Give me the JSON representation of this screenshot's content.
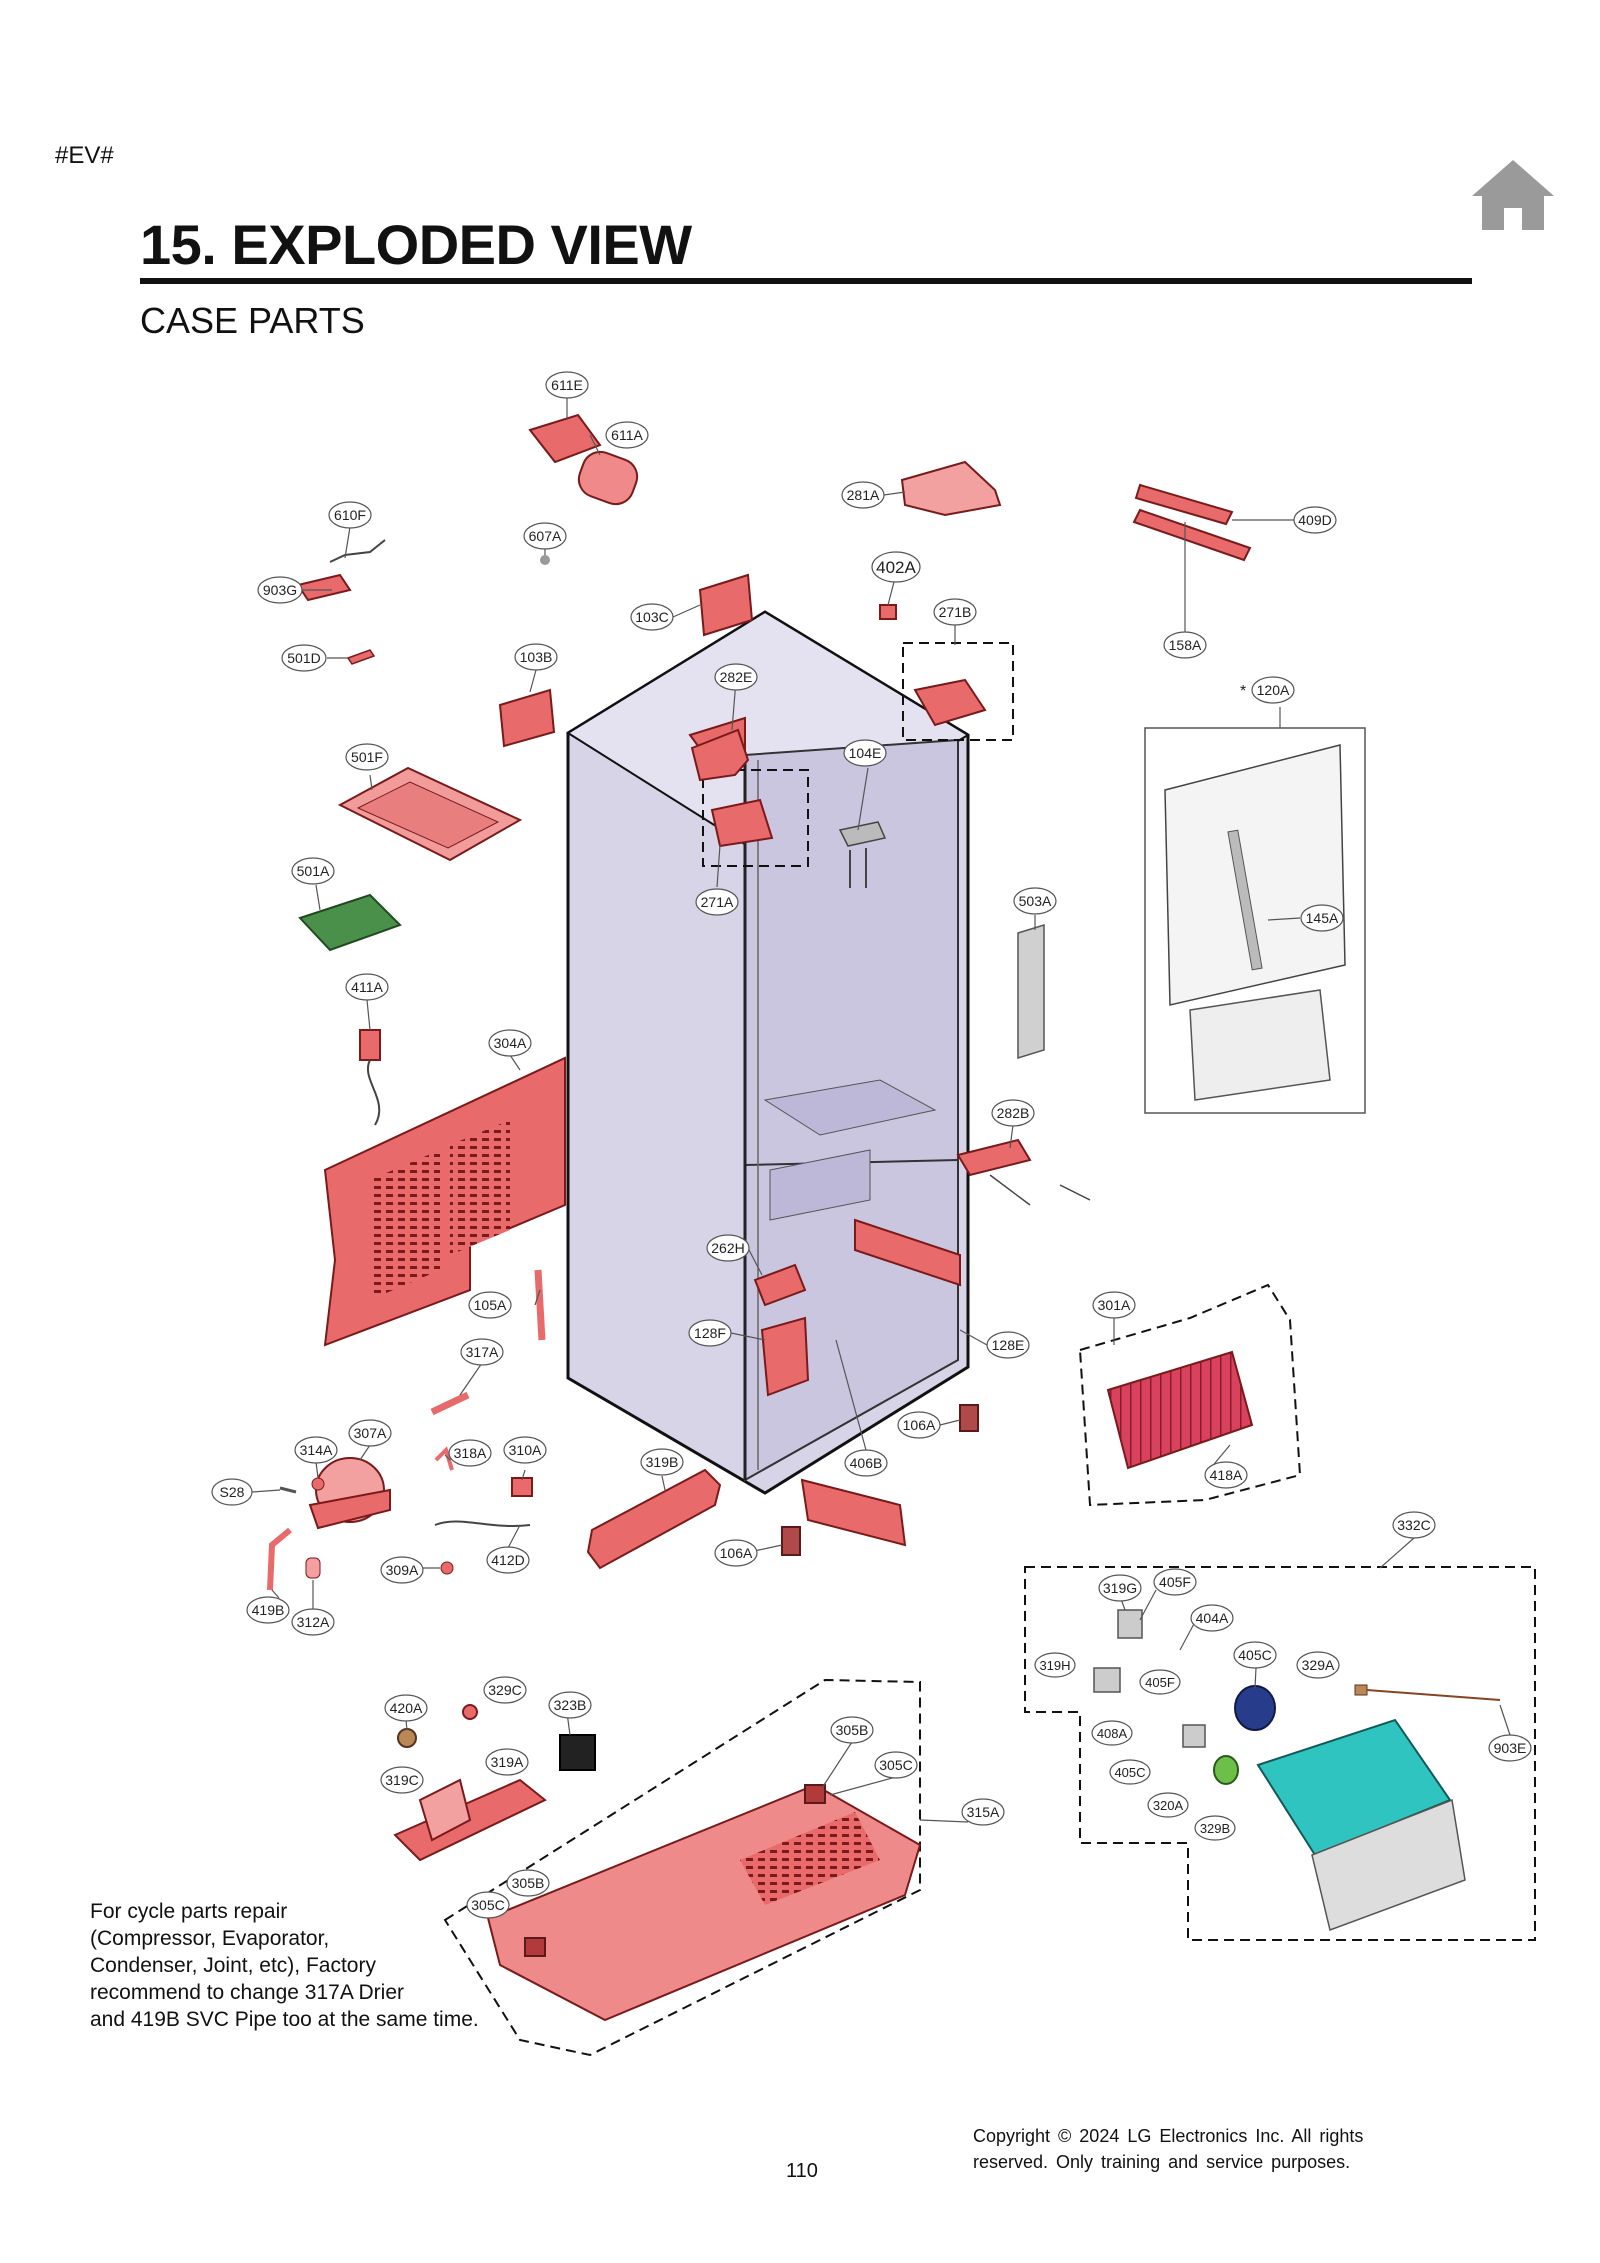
{
  "header": {
    "tag": "#EV#",
    "title": "15. EXPLODED VIEW",
    "subtitle": "CASE PARTS",
    "home_icon": "home-icon"
  },
  "parts": [
    "611E",
    "611A",
    "281A",
    "409D",
    "158A",
    "610F",
    "607A",
    "402A",
    "903G",
    "103C",
    "271B",
    "501D",
    "103B",
    "282E",
    "120A",
    "501F",
    "104E",
    "501A",
    "271A",
    "503A",
    "145A",
    "411A",
    "304A",
    "282B",
    "262H",
    "301A",
    "105A",
    "128F",
    "128E",
    "317A",
    "106A",
    "418A",
    "314A",
    "307A",
    "318A",
    "310A",
    "319B",
    "S28",
    "406B",
    "106A",
    "332C",
    "412D",
    "309A",
    "419B",
    "312A",
    "319G",
    "405F",
    "404A",
    "319H",
    "405F",
    "405C",
    "329A",
    "903E",
    "408A",
    "405C",
    "320A",
    "329B",
    "329C",
    "420A",
    "323B",
    "305B",
    "305C",
    "319A",
    "319C",
    "315A",
    "305B",
    "305C"
  ],
  "note": {
    "lines": [
      "For cycle parts repair",
      "(Compressor, Evaporator,",
      "Condenser, Joint, etc), Factory",
      "recommend to change 317A Drier",
      "and 419B SVC Pipe too at the same time."
    ]
  },
  "footer": {
    "copyright_lines": [
      "Copyright © 2024  LG  Electronics  Inc.  All  rights",
      "reserved.  Only  training and  service  purposes."
    ],
    "page_number": "110"
  },
  "colors": {
    "part_red": "#e86a6a",
    "part_red_dark": "#b23a3a",
    "cabinet_fill": "#d8d4e8",
    "teal": "#2fc4c0",
    "navy": "#283c8c",
    "green": "#6cc04a"
  }
}
